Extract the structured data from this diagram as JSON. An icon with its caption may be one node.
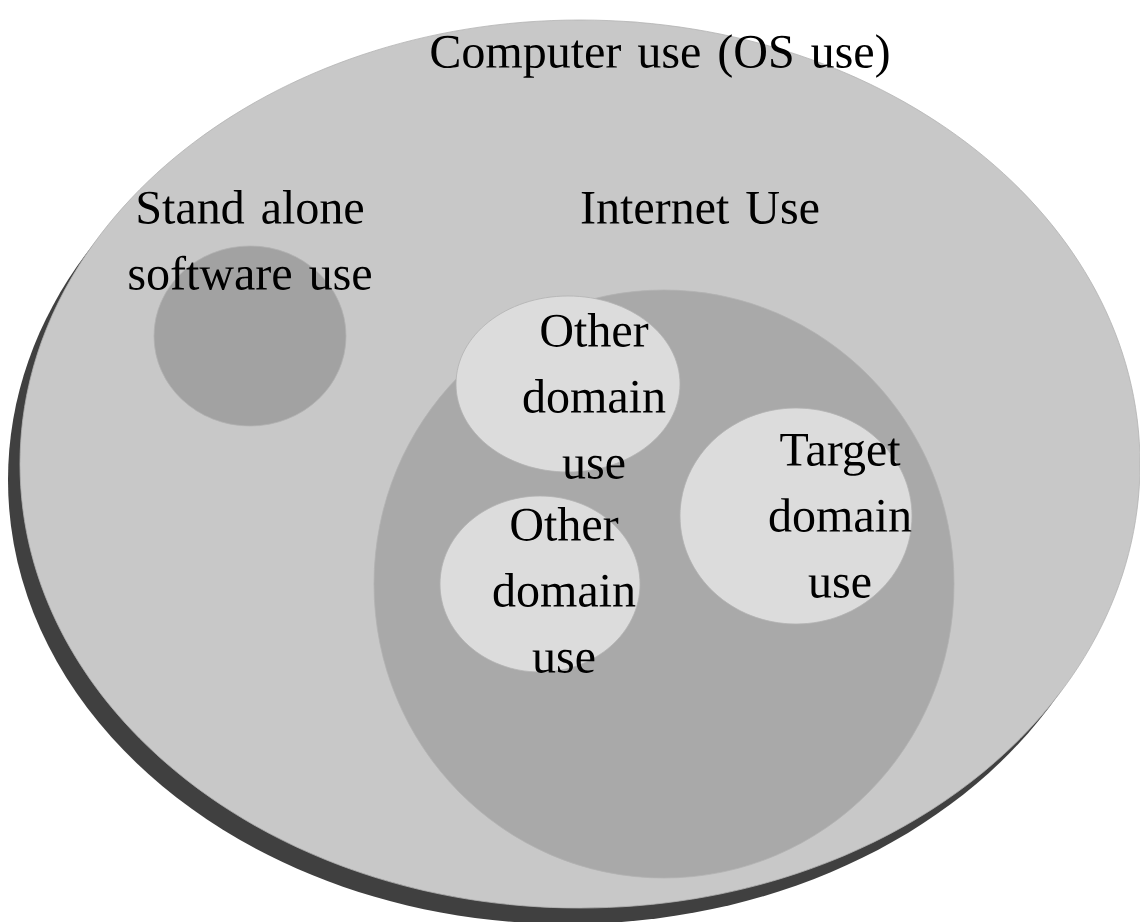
{
  "diagram": {
    "nodes": [
      {
        "text": [
          "Computer use (OS use)"
        ]
      },
      {
        "text": [
          "Stand alone software use"
        ],
        "in": 0
      },
      {
        "text": [
          "Internet Use"
        ],
        "in": 0
      },
      {
        "text": [
          "Other domain use"
        ],
        "in": 2
      },
      {
        "text": [
          "Other domain use"
        ],
        "in": 2
      },
      {
        "text": [
          "Target domain use"
        ],
        "in": 2
      }
    ]
  }
}
